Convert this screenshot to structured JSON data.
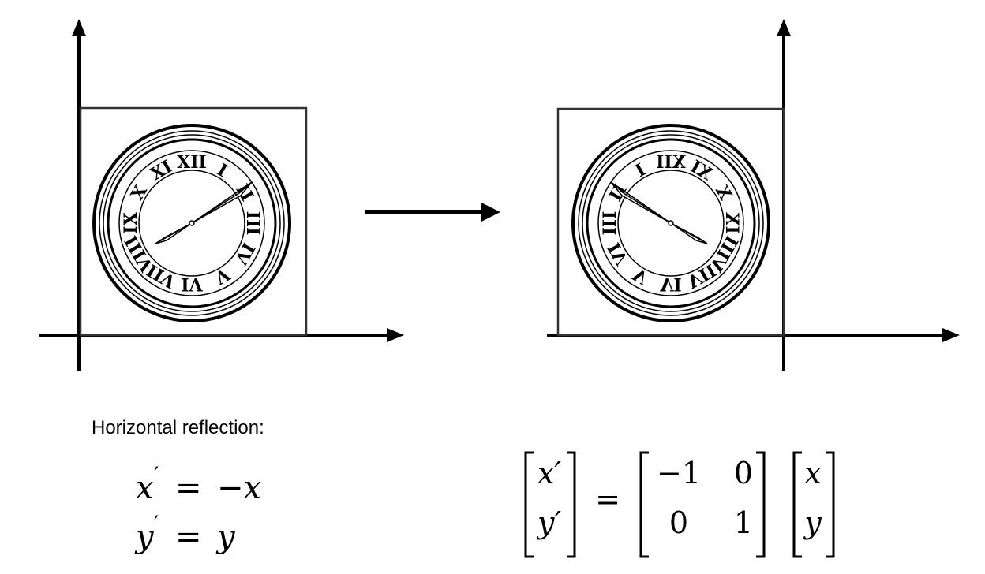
{
  "caption": "Horizontal reflection:",
  "equations": {
    "line1": {
      "lhs_var": "x",
      "prime": "′",
      "equals": "=",
      "rhs": "−x"
    },
    "line2": {
      "lhs_var": "y",
      "prime": "′",
      "equals": "=",
      "rhs": "y"
    }
  },
  "matrix_equation": {
    "result": [
      "x′",
      "y′"
    ],
    "equals": "=",
    "matrix": [
      [
        "−1",
        "0"
      ],
      [
        "0",
        "1"
      ]
    ],
    "vector": [
      "x",
      "y"
    ]
  },
  "clock": {
    "numerals_left": [
      "XI",
      "XII",
      "I",
      "II",
      "III",
      "IV",
      "V",
      "VI",
      "VII",
      "VIII",
      "IX",
      "X"
    ]
  }
}
